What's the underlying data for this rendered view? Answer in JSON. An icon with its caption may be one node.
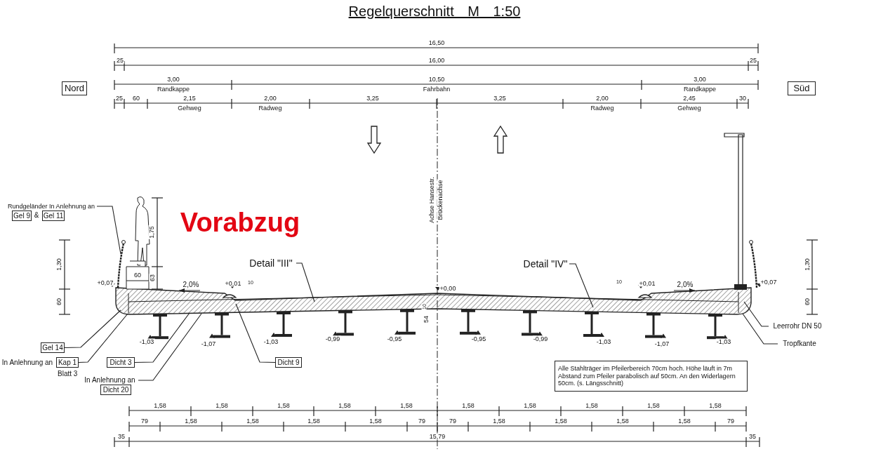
{
  "diagram": {
    "title": "Regelquerschnitt M 1:50",
    "nodes": [
      {
        "text": [
          "Nord"
        ]
      },
      {
        "text": [
          "Süd"
        ]
      },
      {
        "text": [
          "Rundgeländer In Anlehnung an"
        ]
      },
      {
        "text": [
          "Gel 9"
        ]
      },
      {
        "text": [
          "Gel 11"
        ]
      },
      {
        "text": [
          "Detail \"III\""
        ]
      },
      {
        "text": [
          "Detail \"IV\""
        ]
      },
      {
        "text": [
          "Gel 14"
        ]
      },
      {
        "text": [
          "In Anlehnung an"
        ]
      },
      {
        "text": [
          "Kap 1"
        ],
        "beside": [
          "Blatt 3"
        ]
      },
      {
        "text": [
          "Dicht 3"
        ]
      },
      {
        "text": [
          "In Anlehnung an"
        ]
      },
      {
        "text": [
          "Dicht 20"
        ]
      },
      {
        "text": [
          "Dicht 9"
        ]
      },
      {
        "text": [
          "Leerrohr DN 50"
        ]
      },
      {
        "text": [
          "Tropfkante"
        ]
      },
      {
        "text": [
          "Alle Stahlträger im Pfeilerbereich 70cm hoch. Höhe läuft in 7m Abstand zum Pfeiler parabolisch auf 50cm. An den Widerlagern 50cm. (s. Längsschnitt)"
        ]
      }
    ],
    "edges": [
      {
        "from": 2,
        "to": null,
        "arrow": "none"
      },
      {
        "from": 5,
        "to": null,
        "arrow": "none"
      },
      {
        "from": 6,
        "to": null,
        "arrow": "none"
      },
      {
        "from": 7,
        "to": null,
        "arrow": "none"
      },
      {
        "from": 9,
        "to": null,
        "arrow": "none"
      },
      {
        "from": 10,
        "to": null,
        "arrow": "none"
      },
      {
        "from": 11,
        "to": null,
        "arrow": "none"
      },
      {
        "from": 13,
        "to": null,
        "arrow": "none"
      },
      {
        "from": 14,
        "to": null,
        "arrow": "none"
      },
      {
        "from": 15,
        "to": null,
        "arrow": "none"
      }
    ],
    "labels": [
      "16,50",
      "25",
      "16,00",
      "25",
      "3,00",
      "Randkappe",
      "10,50",
      "Fahrbahn",
      "3,00",
      "Randkappe",
      "25",
      "60",
      "2,15",
      "Gehweg",
      "2,00",
      "Radweg",
      "3,25",
      "3,25",
      "2,00",
      "Radweg",
      "2,45",
      "Gehweg",
      "30",
      "&",
      "Vorabzug",
      "Achse Hansestr.",
      "Brückenachse",
      "1,75",
      "1,30",
      "60",
      "60",
      "63",
      "+0,07",
      "2,0%",
      "+0,01",
      "10",
      "+0,00",
      "10",
      "54",
      "10",
      "+0,01",
      "2,0%",
      "+0,07",
      "1,30",
      "60",
      "-1,03",
      "-1,07",
      "-1,03",
      "-0,99",
      "-0,95",
      "-0,95",
      "-0,99",
      "-1,03",
      "-1,07",
      "-1,03",
      "1,58",
      "1,58",
      "1,58",
      "1,58",
      "1,58",
      "1,58",
      "1,58",
      "1,58",
      "1,58",
      "1,58",
      "79",
      "1,58",
      "1,58",
      "1,58",
      "1,58",
      "79",
      "79",
      "1,58",
      "1,58",
      "1,58",
      "1,58",
      "79",
      "35",
      "15,79",
      "35"
    ]
  }
}
